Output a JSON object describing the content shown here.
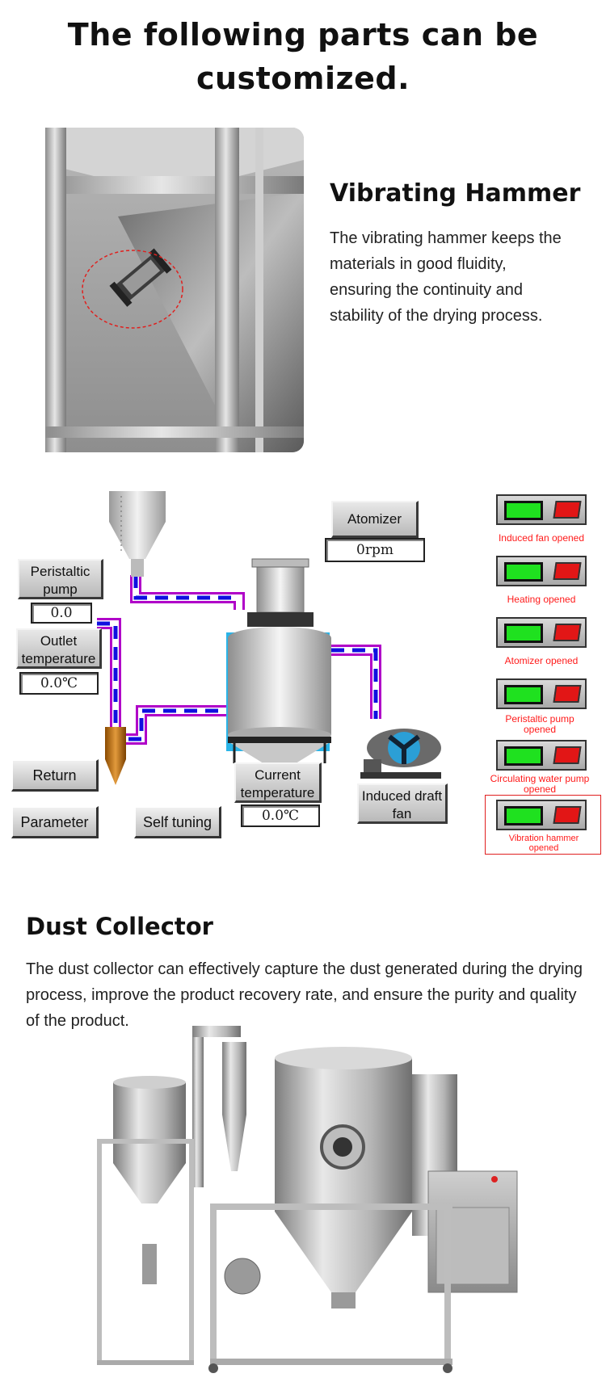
{
  "header": {
    "title": "The following parts can be customized."
  },
  "vibrating_hammer": {
    "title": "Vibrating Hammer",
    "description": "The vibrating hammer keeps the materials in good fluidity, ensuring the continuity and stability of the drying process."
  },
  "hmi": {
    "atomizer_label": "Atomizer",
    "atomizer_value": "0rpm",
    "peristaltic_label": "Peristaltic pump",
    "peristaltic_value": "0.0",
    "outlet_label": "Outlet temperature",
    "outlet_value": "0.0℃",
    "current_label": "Current temperature",
    "current_value": "0.0℃",
    "induced_label": "Induced draft fan",
    "buttons": {
      "return": "Return",
      "parameter": "Parameter",
      "self_tuning": "Self tuning"
    },
    "switches": [
      "Induced  fan opened",
      "Heating  opened",
      "Atomizer  opened",
      "Peristaltic pump opened",
      "Circulating water pump opened",
      "Vibration hammer opened"
    ],
    "colors": {
      "on": "#1fe11f",
      "off": "#e21616",
      "pipe_outer": "#b000c8",
      "pipe_inner": "#1010e0",
      "tank_bg": "#2ab4e8"
    }
  },
  "dust_collector": {
    "title": "Dust Collector",
    "description": "The dust collector can effectively capture the dust generated during the drying process, improve the product recovery rate, and ensure the purity and quality of the product."
  }
}
